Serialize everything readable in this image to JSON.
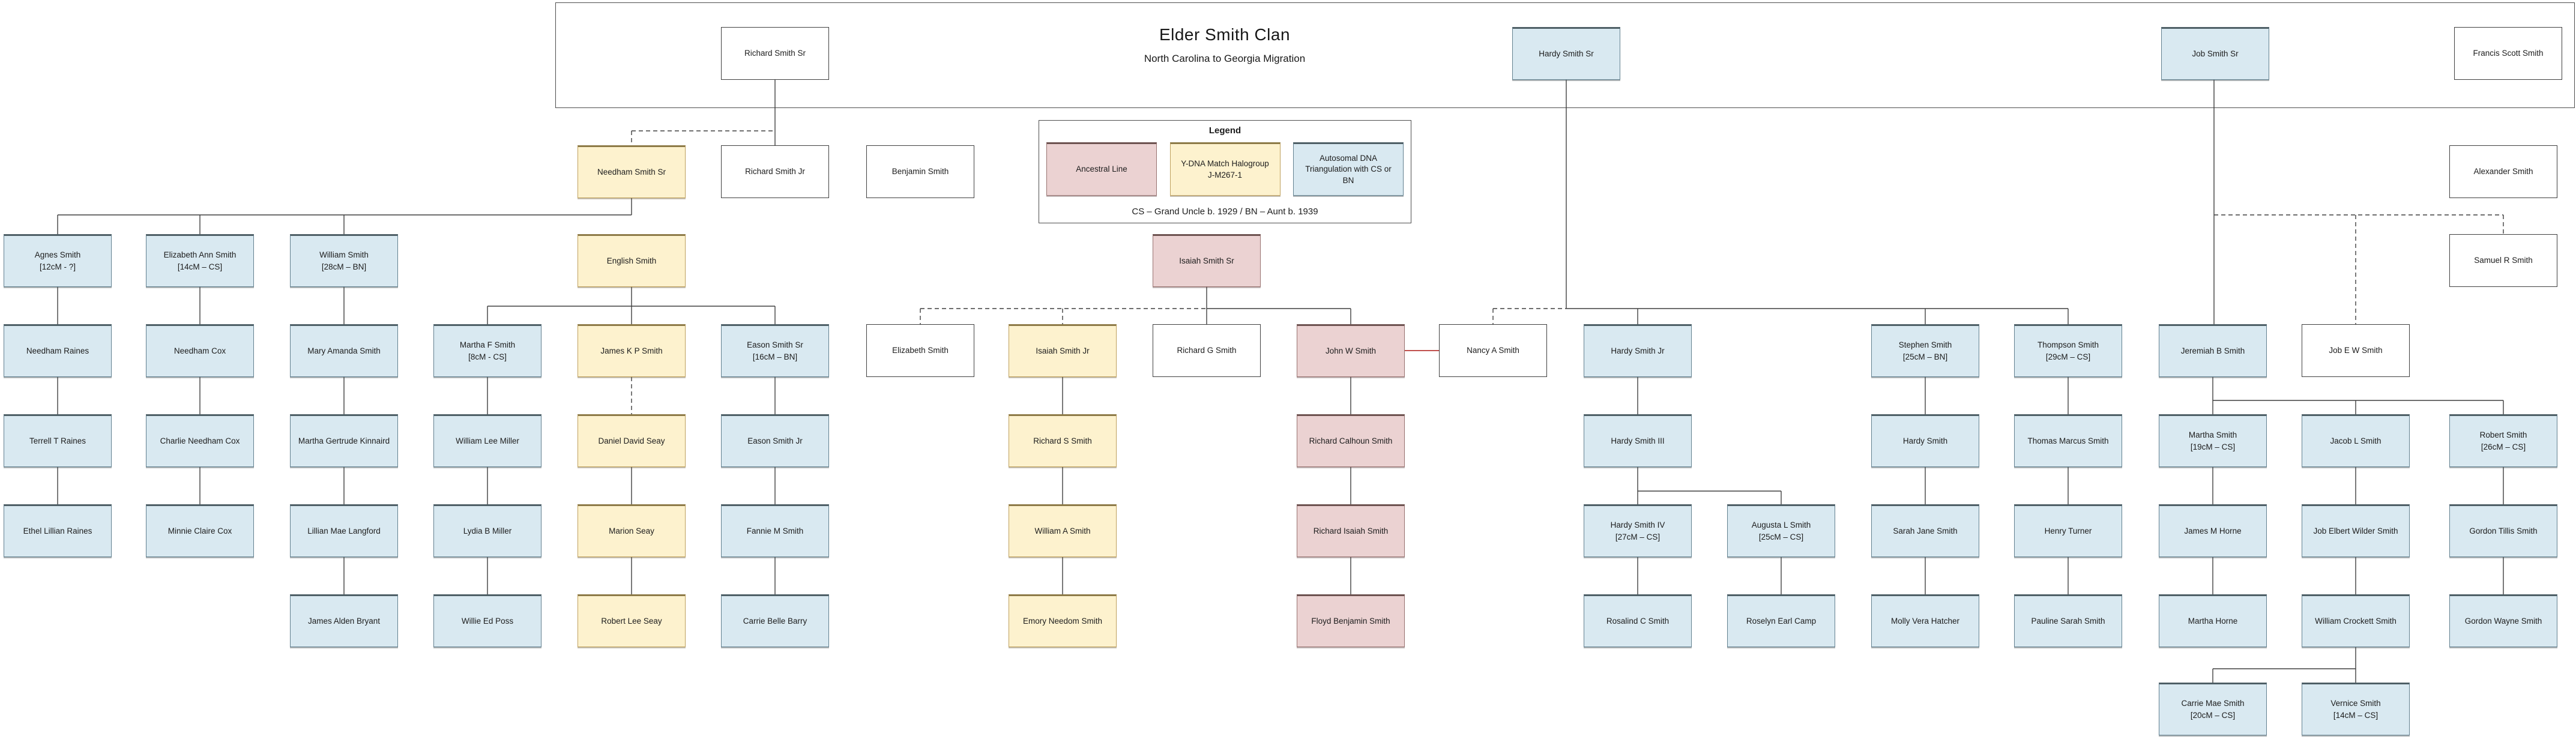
{
  "title": "Elder Smith Clan",
  "subtitle": "North Carolina to Georgia Migration",
  "legend": {
    "title": "Legend",
    "items": [
      {
        "label": "Ancestral Line",
        "type": "ancestral"
      },
      {
        "label": "Y-DNA Match Halogroup J-M267-1",
        "type": "ydna"
      },
      {
        "label": "Autosomal DNA Triangulation with CS or BN",
        "type": "autosomal"
      }
    ],
    "footnote": "CS – Grand Uncle b. 1929 / BN – Aunt b. 1939"
  },
  "colors": {
    "ancestral_fill": "#ebd2d2",
    "ydna_fill": "#fdf2ce",
    "autosomal_fill": "#d9e9f1",
    "plain_fill": "#ffffff",
    "connector": "#3f3f3f",
    "marriage_line": "#c0504d"
  },
  "nodes": [
    {
      "id": "richard_sr",
      "label": "Richard Smith Sr",
      "sub": "",
      "type": "plain"
    },
    {
      "id": "hardy_sr",
      "label": "Hardy Smith Sr",
      "sub": "",
      "type": "autosomal"
    },
    {
      "id": "job_sr",
      "label": "Job Smith Sr",
      "sub": "",
      "type": "autosomal"
    },
    {
      "id": "francis",
      "label": "Francis Scott Smith",
      "sub": "",
      "type": "plain"
    },
    {
      "id": "needham_sr",
      "label": "Needham Smith Sr",
      "sub": "",
      "type": "ydna"
    },
    {
      "id": "richard_jr",
      "label": "Richard Smith Jr",
      "sub": "",
      "type": "plain"
    },
    {
      "id": "benjamin",
      "label": "Benjamin Smith",
      "sub": "",
      "type": "plain"
    },
    {
      "id": "alexander",
      "label": "Alexander Smith",
      "sub": "",
      "type": "plain"
    },
    {
      "id": "agnes",
      "label": "Agnes Smith",
      "sub": "[12cM - ?]",
      "type": "autosomal"
    },
    {
      "id": "elizabeth_ann",
      "label": "Elizabeth Ann Smith",
      "sub": "[14cM – CS]",
      "type": "autosomal"
    },
    {
      "id": "william",
      "label": "William Smith",
      "sub": "[28cM – BN]",
      "type": "autosomal"
    },
    {
      "id": "english",
      "label": "English Smith",
      "sub": "",
      "type": "ydna"
    },
    {
      "id": "isaiah_sr",
      "label": "Isaiah Smith Sr",
      "sub": "",
      "type": "ancestral"
    },
    {
      "id": "samuel",
      "label": "Samuel R Smith",
      "sub": "",
      "type": "plain"
    },
    {
      "id": "needham_raines",
      "label": "Needham Raines",
      "sub": "",
      "type": "autosomal"
    },
    {
      "id": "needham_cox",
      "label": "Needham Cox",
      "sub": "",
      "type": "autosomal"
    },
    {
      "id": "mary_amanda",
      "label": "Mary Amanda Smith",
      "sub": "",
      "type": "autosomal"
    },
    {
      "id": "martha_f",
      "label": "Martha F Smith",
      "sub": "[8cM - CS]",
      "type": "autosomal"
    },
    {
      "id": "james_kp",
      "label": "James K P Smith",
      "sub": "",
      "type": "ydna"
    },
    {
      "id": "eason_sr",
      "label": "Eason Smith Sr",
      "sub": "[16cM – BN]",
      "type": "autosomal"
    },
    {
      "id": "elizabeth",
      "label": "Elizabeth Smith",
      "sub": "",
      "type": "plain"
    },
    {
      "id": "isaiah_jr",
      "label": "Isaiah Smith Jr",
      "sub": "",
      "type": "ydna"
    },
    {
      "id": "richard_g",
      "label": "Richard G Smith",
      "sub": "",
      "type": "plain"
    },
    {
      "id": "john_w",
      "label": "John W Smith",
      "sub": "",
      "type": "ancestral"
    },
    {
      "id": "nancy",
      "label": "Nancy A Smith",
      "sub": "",
      "type": "plain"
    },
    {
      "id": "hardy_jr",
      "label": "Hardy Smith Jr",
      "sub": "",
      "type": "autosomal"
    },
    {
      "id": "stephen",
      "label": "Stephen Smith",
      "sub": "[25cM – BN]",
      "type": "autosomal"
    },
    {
      "id": "thompson",
      "label": "Thompson Smith",
      "sub": "[29cM – CS]",
      "type": "autosomal"
    },
    {
      "id": "jeremiah",
      "label": "Jeremiah B Smith",
      "sub": "",
      "type": "autosomal"
    },
    {
      "id": "job_ew",
      "label": "Job E W Smith",
      "sub": "",
      "type": "plain"
    },
    {
      "id": "terrell",
      "label": "Terrell T Raines",
      "sub": "",
      "type": "autosomal"
    },
    {
      "id": "charlie",
      "label": "Charlie Needham Cox",
      "sub": "",
      "type": "autosomal"
    },
    {
      "id": "martha_g",
      "label": "Martha Gertrude Kinnaird",
      "sub": "",
      "type": "autosomal"
    },
    {
      "id": "wm_miller",
      "label": "William Lee Miller",
      "sub": "",
      "type": "autosomal"
    },
    {
      "id": "daniel_seay",
      "label": "Daniel David Seay",
      "sub": "",
      "type": "ydna"
    },
    {
      "id": "eason_jr",
      "label": "Eason Smith Jr",
      "sub": "",
      "type": "autosomal"
    },
    {
      "id": "richard_s",
      "label": "Richard S Smith",
      "sub": "",
      "type": "ydna"
    },
    {
      "id": "richard_c",
      "label": "Richard Calhoun Smith",
      "sub": "",
      "type": "ancestral"
    },
    {
      "id": "hardy_iii",
      "label": "Hardy Smith III",
      "sub": "",
      "type": "autosomal"
    },
    {
      "id": "hardy_v",
      "label": "Hardy Smith",
      "sub": "",
      "type": "autosomal"
    },
    {
      "id": "thomas_m",
      "label": "Thomas Marcus Smith",
      "sub": "",
      "type": "autosomal"
    },
    {
      "id": "martha_smith",
      "label": "Martha Smith",
      "sub": "[19cM – CS]",
      "type": "autosomal"
    },
    {
      "id": "jacob",
      "label": "Jacob L Smith",
      "sub": "",
      "type": "autosomal"
    },
    {
      "id": "robert",
      "label": "Robert Smith",
      "sub": "[26cM – CS]",
      "type": "autosomal"
    },
    {
      "id": "ethel",
      "label": "Ethel Lillian Raines",
      "sub": "",
      "type": "autosomal"
    },
    {
      "id": "minnie",
      "label": "Minnie Claire Cox",
      "sub": "",
      "type": "autosomal"
    },
    {
      "id": "lillian",
      "label": "Lillian Mae Langford",
      "sub": "",
      "type": "autosomal"
    },
    {
      "id": "lydia",
      "label": "Lydia B Miller",
      "sub": "",
      "type": "autosomal"
    },
    {
      "id": "marion",
      "label": "Marion Seay",
      "sub": "",
      "type": "ydna"
    },
    {
      "id": "fannie",
      "label": "Fannie M Smith",
      "sub": "",
      "type": "autosomal"
    },
    {
      "id": "william_a",
      "label": "William A Smith",
      "sub": "",
      "type": "ydna"
    },
    {
      "id": "richard_i",
      "label": "Richard Isaiah Smith",
      "sub": "",
      "type": "ancestral"
    },
    {
      "id": "hardy_iv",
      "label": "Hardy Smith IV",
      "sub": "[27cM – CS]",
      "type": "autosomal"
    },
    {
      "id": "augusta",
      "label": "Augusta L Smith",
      "sub": "[25cM – CS]",
      "type": "autosomal"
    },
    {
      "id": "sarah_jane",
      "label": "Sarah Jane Smith",
      "sub": "",
      "type": "autosomal"
    },
    {
      "id": "henry",
      "label": "Henry Turner",
      "sub": "",
      "type": "autosomal"
    },
    {
      "id": "james_horne",
      "label": "James M Horne",
      "sub": "",
      "type": "autosomal"
    },
    {
      "id": "job_elbert",
      "label": "Job Elbert Wilder Smith",
      "sub": "",
      "type": "autosomal"
    },
    {
      "id": "gordon_t",
      "label": "Gordon Tillis Smith",
      "sub": "",
      "type": "autosomal"
    },
    {
      "id": "james_bryant",
      "label": "James Alden Bryant",
      "sub": "",
      "type": "autosomal"
    },
    {
      "id": "willie",
      "label": "Willie Ed Poss",
      "sub": "",
      "type": "autosomal"
    },
    {
      "id": "robert_seay",
      "label": "Robert Lee Seay",
      "sub": "",
      "type": "ydna"
    },
    {
      "id": "carrie_barry",
      "label": "Carrie Belle Barry",
      "sub": "",
      "type": "autosomal"
    },
    {
      "id": "emory",
      "label": "Emory Needom Smith",
      "sub": "",
      "type": "ydna"
    },
    {
      "id": "floyd",
      "label": "Floyd Benjamin Smith",
      "sub": "",
      "type": "ancestral"
    },
    {
      "id": "rosalind",
      "label": "Rosalind C Smith",
      "sub": "",
      "type": "autosomal"
    },
    {
      "id": "roselyn",
      "label": "Roselyn Earl Camp",
      "sub": "",
      "type": "autosomal"
    },
    {
      "id": "molly",
      "label": "Molly Vera Hatcher",
      "sub": "",
      "type": "autosomal"
    },
    {
      "id": "pauline",
      "label": "Pauline Sarah Smith",
      "sub": "",
      "type": "autosomal"
    },
    {
      "id": "martha_horne",
      "label": "Martha Horne",
      "sub": "",
      "type": "autosomal"
    },
    {
      "id": "wm_crockett",
      "label": "William Crockett Smith",
      "sub": "",
      "type": "autosomal"
    },
    {
      "id": "gordon_w",
      "label": "Gordon Wayne Smith",
      "sub": "",
      "type": "autosomal"
    },
    {
      "id": "carrie_mae",
      "label": "Carrie Mae Smith",
      "sub": "[20cM – CS]",
      "type": "autosomal"
    },
    {
      "id": "vernice",
      "label": "Vernice Smith",
      "sub": "[14cM – CS]",
      "type": "autosomal"
    }
  ]
}
